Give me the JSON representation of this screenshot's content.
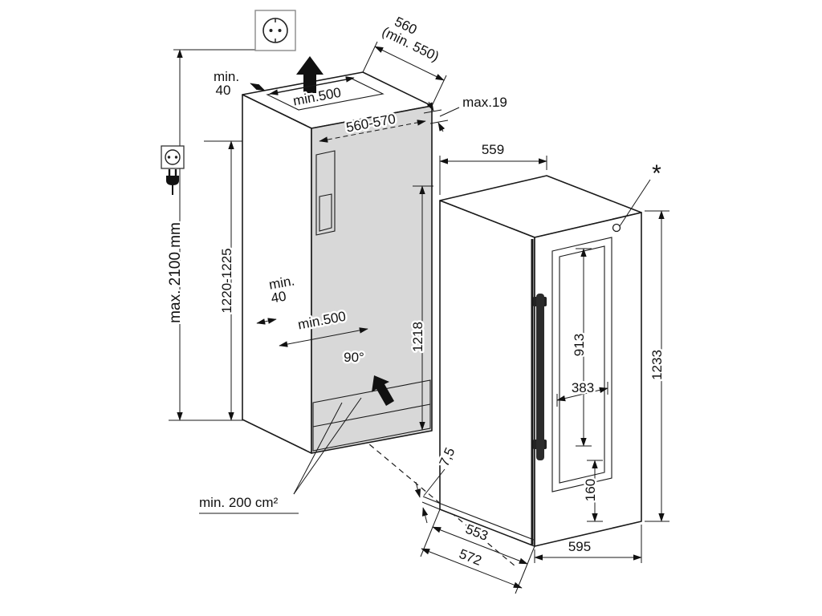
{
  "colors": {
    "line": "#1a1a1a",
    "niche_interior": "#d8d8d8",
    "arrow": "#111111",
    "background": "#ffffff"
  },
  "icons": {
    "power_socket": "socket-outlet-symbol",
    "power_plug": "plug-symbol",
    "exhaust_air": "block-arrow-up",
    "supply_air": "block-arrow-diagonal"
  },
  "niche": {
    "max_install_height": "max. 2100 mm",
    "height": "1220-1225",
    "top_depth": "560",
    "top_depth_min": "(min. 550)",
    "rear_gap_top_l1": "min.",
    "rear_gap_top_l2": "40",
    "vent_width_top": "min.500",
    "front_clearance": "max.19",
    "width": "560-570",
    "front_height": "1218",
    "rear_gap_bottom_l1": "min.",
    "rear_gap_bottom_l2": "40",
    "vent_width_bottom": "min.500",
    "door_angle": "90°",
    "vent_area": "min. 200 cm²"
  },
  "appliance": {
    "width_top": "559",
    "height": "1233",
    "glass_height": "913",
    "glass_width": "383",
    "lower_panel_height": "160",
    "door_projection": "7,5",
    "depth_a": "553",
    "depth_b": "572",
    "width_front": "595",
    "footnote": "*"
  }
}
